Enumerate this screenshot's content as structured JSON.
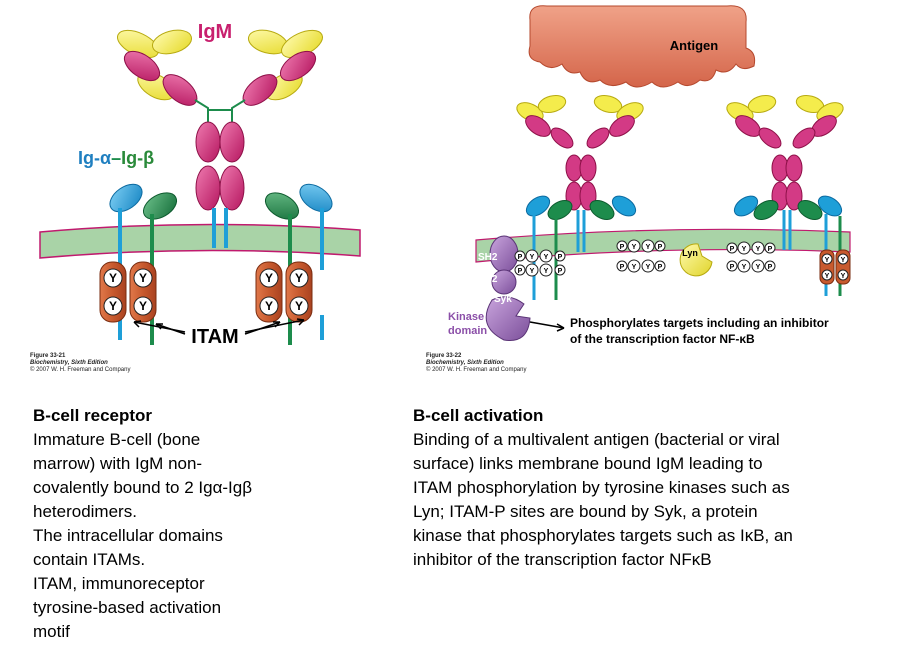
{
  "left_figure": {
    "label_igm": "IgM",
    "label_ig_alpha": "Ig-α",
    "label_dash": "–",
    "label_ig_beta": "Ig-β",
    "label_itam": "ITAM",
    "tyrosine": "Y",
    "caption_line1": "Figure 33-21",
    "caption_line2": "Biochemistry, Sixth Edition",
    "caption_line3": "© 2007 W. H. Freeman and Company"
  },
  "right_figure": {
    "label_antigen": "Antigen",
    "label_sh2_a": "SH2",
    "label_sh2_b": "SH2",
    "label_syk": "Syk",
    "label_kinase": "Kinase",
    "label_domain": "domain",
    "label_lyn": "Lyn",
    "phospho": "P",
    "tyrosine": "Y",
    "annotation_line1": "Phosphorylates targets including an inhibitor",
    "annotation_line2": "of the transcription factor NF-κB",
    "caption_line1": "Figure 33-22",
    "caption_line2": "Biochemistry, Sixth Edition",
    "caption_line3": "© 2007 W. H. Freeman and Company"
  },
  "left_text": {
    "heading": "B-cell receptor",
    "lines": [
      "Immature B-cell (bone",
      "marrow) with IgM non-",
      "covalently bound to 2 Igα-Igβ",
      "heterodimers.",
      "The intracellular domains",
      "contain ITAMs.",
      "ITAM, immunoreceptor",
      "tyrosine-based activation",
      "motif"
    ]
  },
  "right_text": {
    "heading": "B-cell activation",
    "lines": [
      "Binding of a multivalent antigen (bacterial or viral",
      "surface) links membrane bound IgM leading to",
      "ITAM phosphorylation by tyrosine kinases such as",
      "Lyn; ITAM-P sites are bound by Syk, a protein",
      "kinase that phosphorylates targets such as IκB, an",
      "inhibitor of the transcription factor NFκB"
    ]
  },
  "colors": {
    "igm": "#c8206e",
    "igm_light": "#e35a9a",
    "yellow": "#f4ec4c",
    "membrane": "#9cc89a",
    "membrane_edge": "#c01a6e",
    "ig_alpha": "#1e9fd8",
    "ig_beta": "#1d8c4c",
    "itam": "#c85a2e",
    "label_blue": "#1f7fc0",
    "label_green": "#2a8a3a",
    "antigen": "#e07a5f",
    "syk": "#9b6bb5"
  }
}
